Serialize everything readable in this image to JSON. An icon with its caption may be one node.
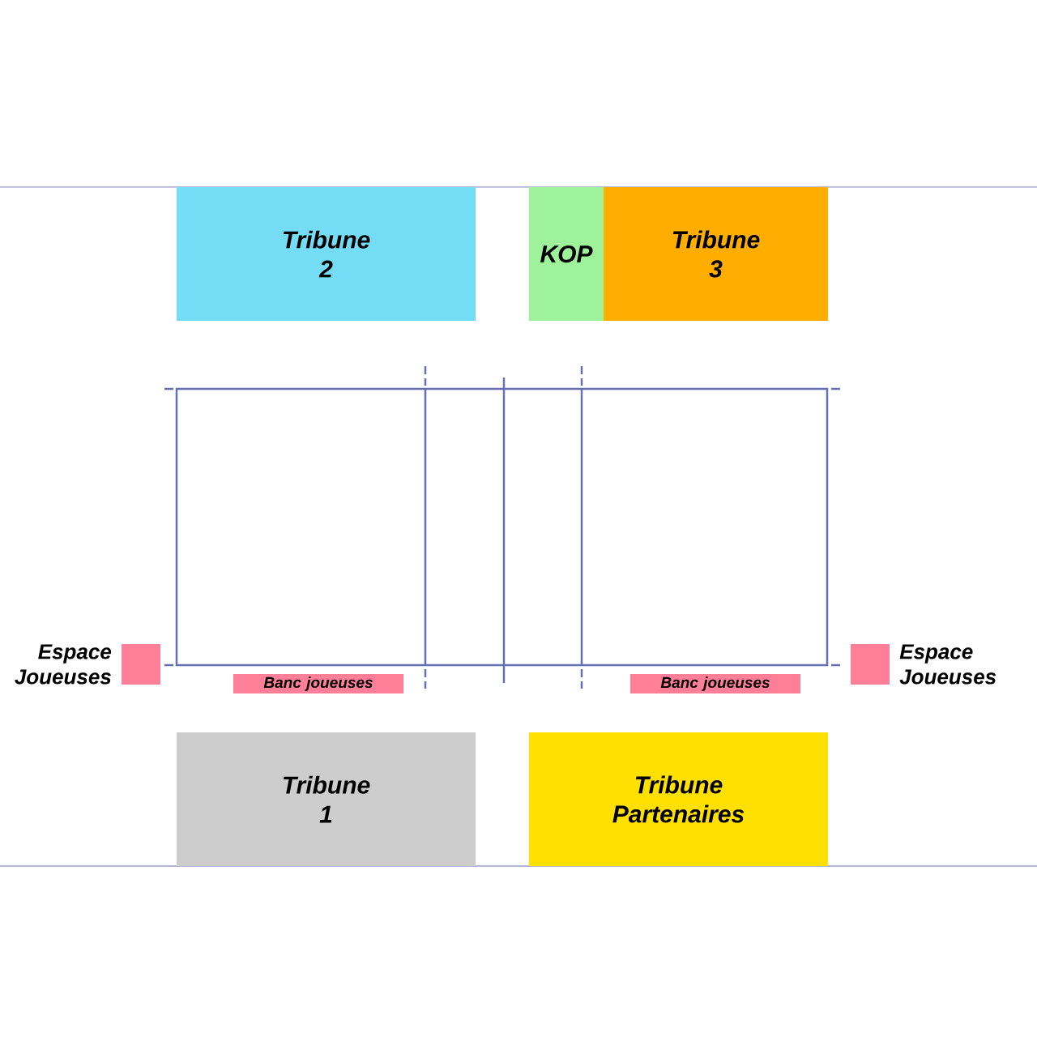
{
  "diagram": {
    "nodes": [
      {
        "text": [
          "Tribune 2"
        ]
      },
      {
        "text": [
          "KOP"
        ]
      },
      {
        "text": [
          "Tribune 3"
        ]
      },
      {
        "text": [],
        "shape": "box",
        "beside": [
          "Espace Joueuses"
        ]
      },
      {
        "text": [],
        "shape": "box",
        "beside": [
          "Espace Joueuses"
        ]
      },
      {
        "text": [
          "Banc joueuses"
        ]
      },
      {
        "text": [
          "Banc joueuses"
        ]
      },
      {
        "text": [
          "Tribune 1"
        ]
      },
      {
        "text": [
          "Tribune Partenaires"
        ]
      }
    ]
  }
}
